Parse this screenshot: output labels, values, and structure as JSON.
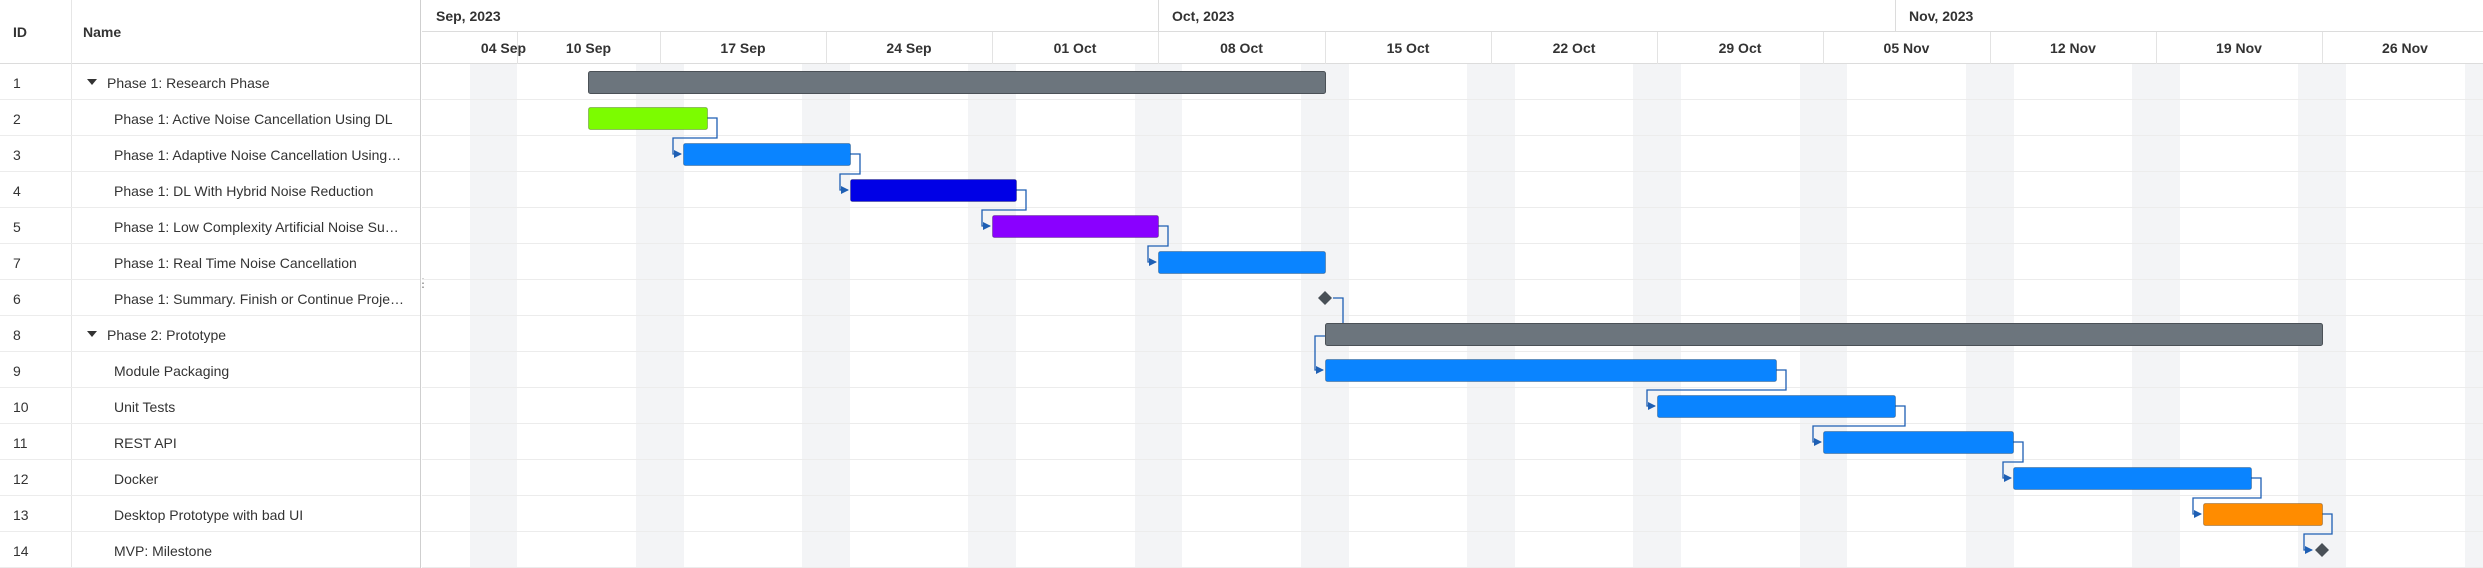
{
  "grid": {
    "header": {
      "id": "ID",
      "name": "Name"
    },
    "rows": [
      {
        "id": "1",
        "name": "Phase 1: Research Phase",
        "indent": 0,
        "collapsible": true
      },
      {
        "id": "2",
        "name": "Phase 1: Active Noise Cancellation Using DL",
        "indent": 1
      },
      {
        "id": "3",
        "name": "Phase 1: Adaptive Noise Cancellation Using …",
        "indent": 1
      },
      {
        "id": "4",
        "name": "Phase 1: DL With Hybrid Noise Reduction",
        "indent": 1
      },
      {
        "id": "5",
        "name": "Phase 1: Low Complexity Artificial Noise Sup…",
        "indent": 1
      },
      {
        "id": "7",
        "name": "Phase 1: Real Time Noise Cancellation",
        "indent": 1
      },
      {
        "id": "6",
        "name": "Phase 1: Summary. Finish or Continue Proje…",
        "indent": 1
      },
      {
        "id": "8",
        "name": "Phase 2: Prototype",
        "indent": 0,
        "collapsible": true
      },
      {
        "id": "9",
        "name": "Module Packaging",
        "indent": 1
      },
      {
        "id": "10",
        "name": "Unit Tests",
        "indent": 1
      },
      {
        "id": "11",
        "name": "REST API",
        "indent": 1
      },
      {
        "id": "12",
        "name": "Docker",
        "indent": 1
      },
      {
        "id": "13",
        "name": "Desktop Prototype with bad UI",
        "indent": 1
      },
      {
        "id": "14",
        "name": "MVP: Milestone",
        "indent": 1
      }
    ]
  },
  "timeline": {
    "start_date": "2023-08-31",
    "months": [
      {
        "label": "Sep, 2023",
        "start": "2023-08-31",
        "end": "2023-10-01"
      },
      {
        "label": "Oct, 2023",
        "start": "2023-10-01",
        "end": "2023-11-01"
      },
      {
        "label": "Nov, 2023",
        "start": "2023-11-01",
        "end": "2023-12-01"
      }
    ],
    "weeks": [
      {
        "label": "04 Sep",
        "date": "2023-09-04"
      },
      {
        "label": "10 Sep",
        "date": "2023-09-10"
      },
      {
        "label": "17 Sep",
        "date": "2023-09-17"
      },
      {
        "label": "24 Sep",
        "date": "2023-09-24"
      },
      {
        "label": "01 Oct",
        "date": "2023-10-01"
      },
      {
        "label": "08 Oct",
        "date": "2023-10-08"
      },
      {
        "label": "15 Oct",
        "date": "2023-10-15"
      },
      {
        "label": "22 Oct",
        "date": "2023-10-22"
      },
      {
        "label": "29 Oct",
        "date": "2023-10-29"
      },
      {
        "label": "05 Nov",
        "date": "2023-11-05"
      },
      {
        "label": "12 Nov",
        "date": "2023-11-12"
      },
      {
        "label": "19 Nov",
        "date": "2023-11-19"
      },
      {
        "label": "26 Nov",
        "date": "2023-11-26"
      }
    ]
  },
  "tasks": [
    {
      "row": 0,
      "kind": "summary",
      "start": "2023-09-07",
      "end": "2023-10-08",
      "color": "#6c757d"
    },
    {
      "row": 1,
      "kind": "task",
      "start": "2023-09-07",
      "end": "2023-09-12",
      "color": "#7cfc00"
    },
    {
      "row": 2,
      "kind": "task",
      "start": "2023-09-11",
      "end": "2023-09-18",
      "color": "#0a84ff"
    },
    {
      "row": 3,
      "kind": "task",
      "start": "2023-09-18",
      "end": "2023-09-25",
      "color": "#0000e6"
    },
    {
      "row": 4,
      "kind": "task",
      "start": "2023-09-24",
      "end": "2023-10-01",
      "color": "#8a00ff"
    },
    {
      "row": 5,
      "kind": "task",
      "start": "2023-10-01",
      "end": "2023-10-08",
      "color": "#0a84ff"
    },
    {
      "row": 6,
      "kind": "milestone",
      "start": "2023-10-08",
      "color": "#495057"
    },
    {
      "row": 7,
      "kind": "summary",
      "start": "2023-10-08",
      "end": "2023-11-19",
      "color": "#6c757d"
    },
    {
      "row": 8,
      "kind": "task",
      "start": "2023-10-08",
      "end": "2023-10-27",
      "color": "#0a84ff"
    },
    {
      "row": 9,
      "kind": "task",
      "start": "2023-10-22",
      "end": "2023-11-01",
      "color": "#0a84ff"
    },
    {
      "row": 10,
      "kind": "task",
      "start": "2023-10-29",
      "end": "2023-11-06",
      "color": "#0a84ff"
    },
    {
      "row": 11,
      "kind": "task",
      "start": "2023-11-06",
      "end": "2023-11-16",
      "color": "#0a84ff"
    },
    {
      "row": 12,
      "kind": "task",
      "start": "2023-11-14",
      "end": "2023-11-19",
      "color": "#ff8c00"
    },
    {
      "row": 13,
      "kind": "milestone",
      "start": "2023-11-19",
      "color": "#495057"
    }
  ],
  "links": [
    {
      "from": 1,
      "to": 2
    },
    {
      "from": 2,
      "to": 3
    },
    {
      "from": 3,
      "to": 4
    },
    {
      "from": 4,
      "to": 5
    },
    {
      "from": 6,
      "to": 8
    },
    {
      "from": 8,
      "to": 9
    },
    {
      "from": 9,
      "to": 10
    },
    {
      "from": 10,
      "to": 11
    },
    {
      "from": 11,
      "to": 12
    },
    {
      "from": 12,
      "to": 13
    }
  ],
  "colors": {
    "link": "#1e5fb4",
    "weekend": "#f3f4f6",
    "grid_line": "#e6e6e6"
  }
}
